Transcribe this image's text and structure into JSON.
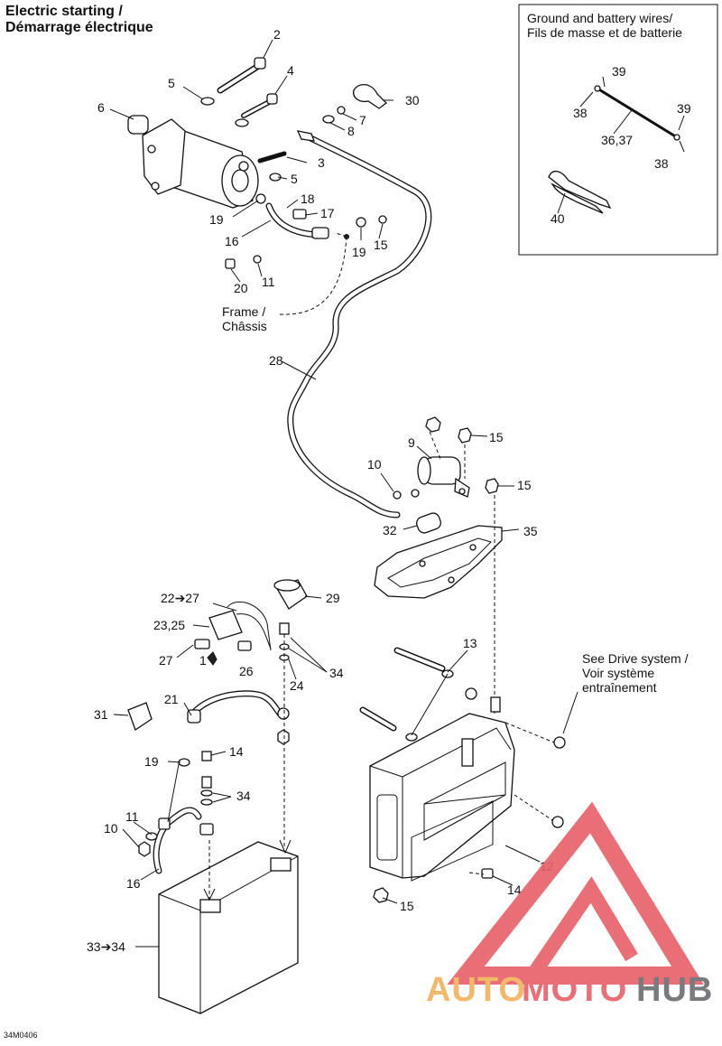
{
  "title": {
    "line1": "Electric starting /",
    "line2": "Démarrage électrique"
  },
  "inset": {
    "line1": "Ground and battery wires/",
    "line2": "Fils de masse et de batterie"
  },
  "notes": {
    "frame_line1": "Frame /",
    "frame_line2": "Châssis",
    "drive_line1": "See Drive system /",
    "drive_line2": "Voir système",
    "drive_line3": "entraînement"
  },
  "callouts": {
    "c2": "2",
    "c4": "4",
    "c5a": "5",
    "c30": "30",
    "c6": "6",
    "c7": "7",
    "c8": "8",
    "c3": "3",
    "c5b": "5",
    "c18": "18",
    "c17": "17",
    "c19a": "19",
    "c16a": "16",
    "c19b": "19",
    "c15a": "15",
    "c11a": "11",
    "c20": "20",
    "c28": "28",
    "c9": "9",
    "c15b": "15",
    "c10a": "10",
    "c15c": "15",
    "c32": "32",
    "c35": "35",
    "c22_27": "22➔27",
    "c29": "29",
    "c23_25": "23,25",
    "c27": "27",
    "c1": "1",
    "c26": "26",
    "c24": "24",
    "c34a": "34",
    "c13": "13",
    "c21": "21",
    "c31": "31",
    "c19c": "19",
    "c14a": "14",
    "c34b": "34",
    "c11b": "11",
    "c10b": "10",
    "c16b": "16",
    "c12": "12",
    "c14b": "14",
    "c15d": "15",
    "c33_34": "33➔34",
    "c39a": "39",
    "c38a": "38",
    "c39b": "39",
    "c36_37": "36,37",
    "c38b": "38",
    "c40": "40"
  },
  "diagram_code": "34M0406",
  "watermark": {
    "part1": "AUTO",
    "part2": "MOTO",
    "part3": "HUB"
  },
  "colors": {
    "watermark_red": "#e8626a",
    "watermark_orange": "#f3b25e",
    "watermark_gray": "#6d6f72"
  }
}
